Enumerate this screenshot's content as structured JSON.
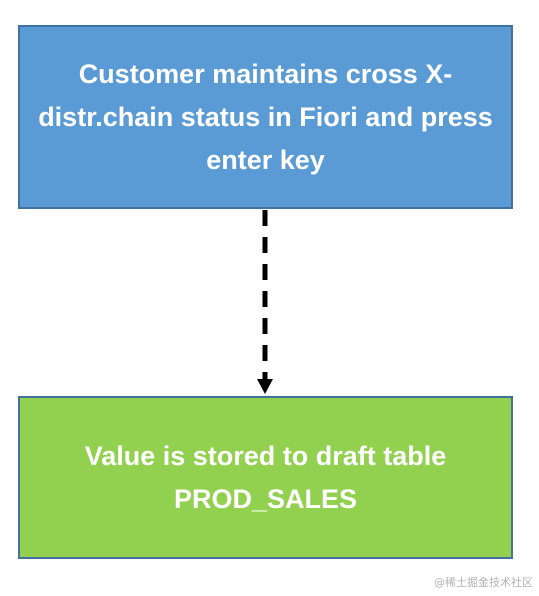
{
  "diagram": {
    "nodes": [
      {
        "id": "step-1",
        "text": "Customer maintains cross X-distr.chain status in Fiori and press enter key",
        "fill": "#5b9bd5"
      },
      {
        "id": "step-2",
        "text": "Value is stored to draft table PROD_SALES",
        "fill": "#92d050"
      }
    ],
    "edges": [
      {
        "from": "step-1",
        "to": "step-2",
        "style": "dashed",
        "color": "#000000"
      }
    ]
  },
  "watermark": "@稀土掘金技术社区"
}
